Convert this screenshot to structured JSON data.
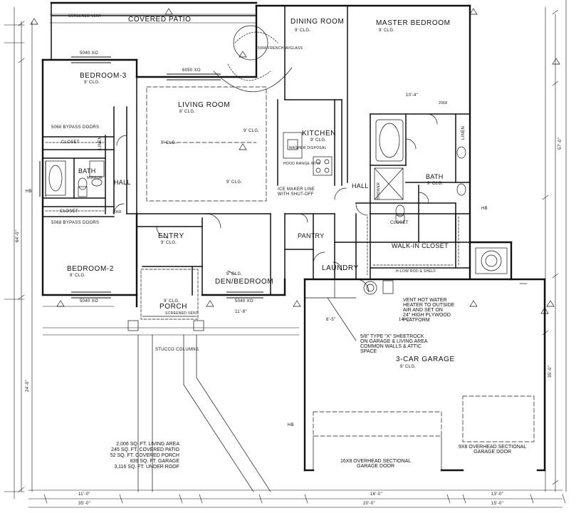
{
  "rooms": {
    "covered_patio": "COVERED PATIO",
    "dining_room": "DINING ROOM",
    "master_bedroom": "MASTER BEDROOM",
    "bedroom3": "BEDROOM-3",
    "living_room": "LIVING ROOM",
    "kitchen": "KITCHEN",
    "bath1": "BATH",
    "hall1": "HALL",
    "bath2": "BATH",
    "hall2": "HALL",
    "entry": "ENTRY",
    "bedroom2": "BEDROOM-2",
    "den": "DEN/BEDROOM",
    "pantry": "PANTRY",
    "laundry": "LAUNDRY",
    "walkin": "WALK-IN CLOSET",
    "porch": "PORCH",
    "garage": "3-CAR GARAGE",
    "closet1": "CLOSET",
    "closet2": "CLOSET",
    "closet3": "CLOSET",
    "linen1": "LINEN",
    "linen2": "LINEN"
  },
  "ceilings": {
    "c9": "9' CLG.",
    "c8": "8' CLG."
  },
  "windows": {
    "w5040": "5040 XO",
    "w6050": "6050 XO",
    "w5068": "5068 BYPASS DOORS",
    "w2068": "2068"
  },
  "callouts": {
    "screened_vent": "SCREENED VENT",
    "french": "5068 FRENCH W/GLASS",
    "washer": "WASHER DISPOSAL",
    "hood": "HOOD RANGE W/ H",
    "ice_maker": "ICE MAKER LINE",
    "shut_off": "WITH SHUT-OFF",
    "vent_water1": "VENT HOT WATER",
    "vent_water2": "HEATER TO OUTSIDE",
    "vent_water3": "AIR AND SET ON",
    "vent_water4": "24\" HIGH PLYWOOD",
    "vent_water5": "PLATFORM",
    "sheetrock1": "5/8\" TYPE \"X\" SHEETROCK",
    "sheetrock2": "ON GARAGE & LIVING AREA",
    "sheetrock3": "COMMON WALLS & ATTIC",
    "sheetrock4": "SPACE",
    "stucco": "STUCCO COLUMNS",
    "overhead16": "16X8 OVERHEAD SECTIONAL",
    "overhead16b": "GARAGE DOOR",
    "overhead9": "9X8 OVERHEAD SECTIONAL",
    "overhead9b": "GARAGE DOOR",
    "rod_shelf": "H-LOW ROD & SHELF",
    "mirror": "MIRROR",
    "hb": "HB",
    "shower": "SHOWER"
  },
  "notes": [
    "2,006 SQ. FT. LIVING AREA",
    "245 SQ. FT. COVERED PATIO",
    "52 SQ. FT. COVERED PORCH",
    "839 SQ. FT. GARAGE",
    "3,116 SQ. FT. UNDER ROOF"
  ],
  "dims": {
    "d15": "15'-0\"",
    "d20": "20'-0\"",
    "d35": "35'-0\"",
    "d11": "11'-0\"",
    "d16": "16'-0\"",
    "d10": "10'-4\"",
    "d14": "14'-0\"",
    "d8": "8'-5\"",
    "d13": "13'-0\"",
    "d57": "57'-0\"",
    "d64": "64'-0\"",
    "d24": "24'-0\"",
    "d118": "11'-8\""
  }
}
